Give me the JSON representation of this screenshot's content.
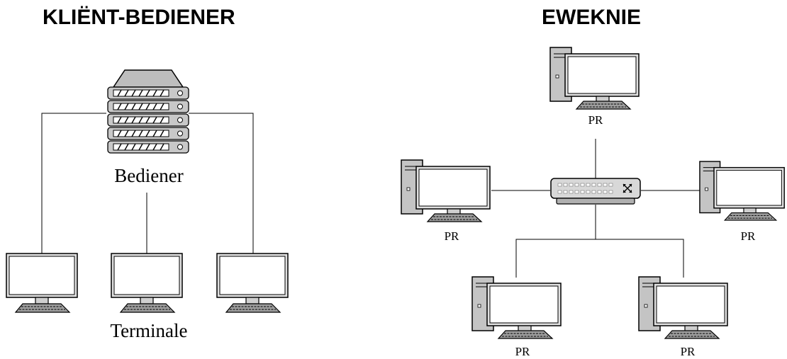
{
  "client_server": {
    "title": "KLIËNT-BEDIENER",
    "server_label": "Bediener",
    "terminals_label": "Terminale",
    "terminal_count": 3
  },
  "peer_to_peer": {
    "title": "EWEKNIE",
    "peers": [
      {
        "label": "PR"
      },
      {
        "label": "PR"
      },
      {
        "label": "PR"
      },
      {
        "label": "PR"
      },
      {
        "label": "PR"
      }
    ]
  },
  "icons": {
    "server": "server-rack-icon",
    "terminal": "monitor-keyboard-icon",
    "peer": "desktop-tower-icon",
    "hub": "network-switch-icon"
  }
}
